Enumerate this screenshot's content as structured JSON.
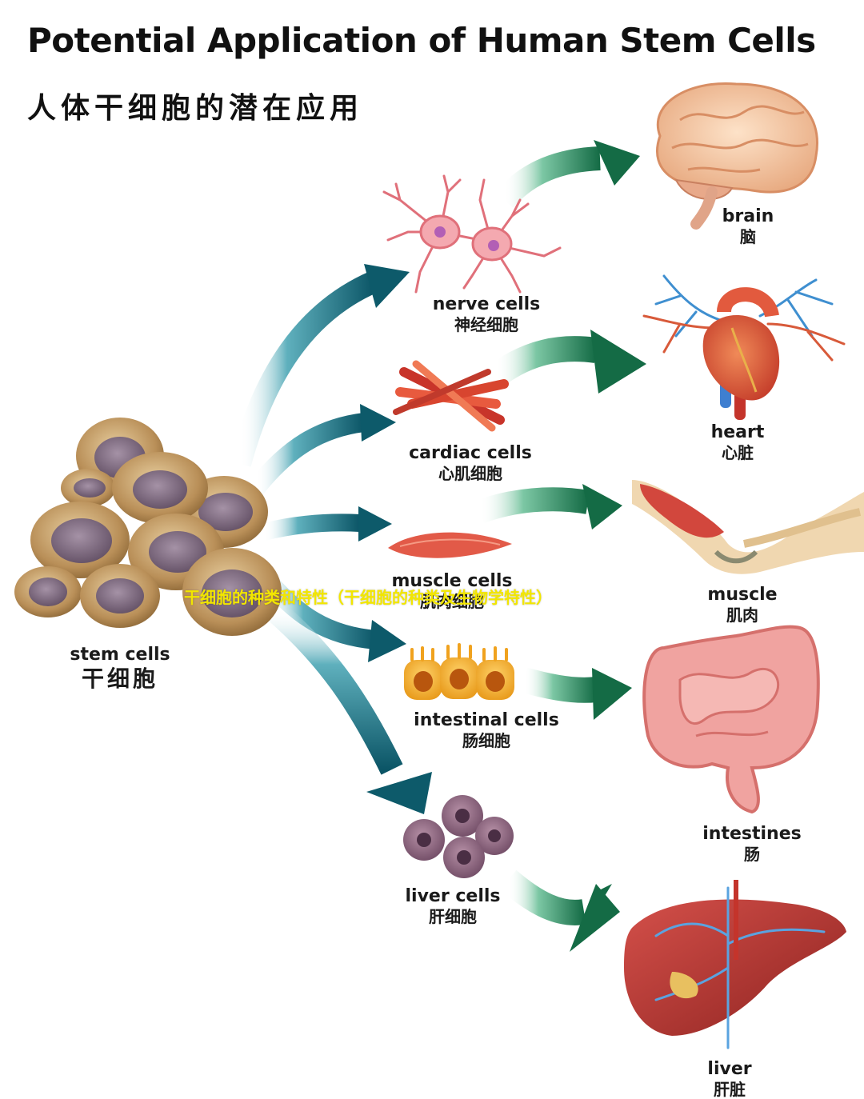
{
  "title": "Potential Application of Human Stem Cells",
  "subtitle": "人体干细胞的潜在应用",
  "overlay_caption": "干细胞的种类和特性（干细胞的种类及生物学特性）",
  "source": {
    "en": "stem cells",
    "zh": "干细胞"
  },
  "cells": [
    {
      "en": "nerve cells",
      "zh": "神经细胞"
    },
    {
      "en": "cardiac cells",
      "zh": "心肌细胞"
    },
    {
      "en": "muscle cells",
      "zh": "肌肉细胞"
    },
    {
      "en": "intestinal cells",
      "zh": "肠细胞"
    },
    {
      "en": "liver cells",
      "zh": "肝细胞"
    }
  ],
  "organs": [
    {
      "en": "brain",
      "zh": "脑"
    },
    {
      "en": "heart",
      "zh": "心脏"
    },
    {
      "en": "muscle",
      "zh": "肌肉"
    },
    {
      "en": "intestines",
      "zh": "肠"
    },
    {
      "en": "liver",
      "zh": "肝脏"
    }
  ],
  "colors": {
    "arrow_teal": "#0f5f6e",
    "arrow_green": "#1f7a52",
    "stem_cell": "#b08a55",
    "nucleus": "#7a6278",
    "overlay_text": "#f2e600"
  }
}
